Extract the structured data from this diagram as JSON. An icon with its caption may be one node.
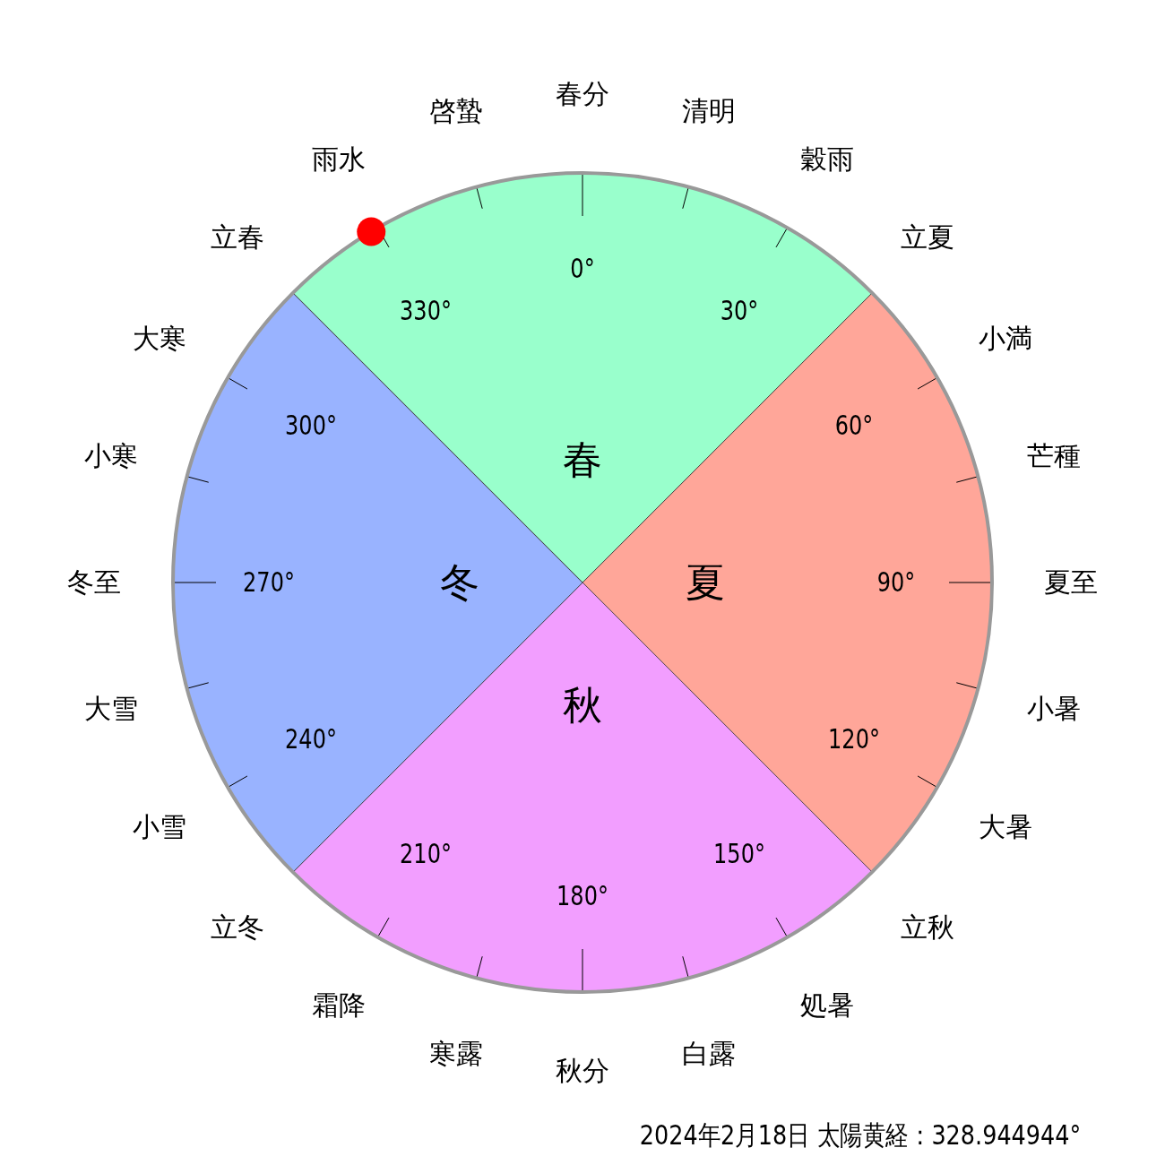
{
  "diagram": {
    "nodes": [
      {
        "text": [
          "春"
        ]
      },
      {
        "text": [
          "夏"
        ]
      },
      {
        "text": [
          "秋"
        ]
      },
      {
        "text": [
          "冬"
        ]
      }
    ],
    "labels": [
      "春分",
      "清明",
      "穀雨",
      "立夏",
      "小満",
      "芒種",
      "夏至",
      "小暑",
      "大暑",
      "立秋",
      "処暑",
      "白露",
      "秋分",
      "寒露",
      "霜降",
      "立冬",
      "小雪",
      "大雪",
      "冬至",
      "小寒",
      "大寒",
      "立春",
      "雨水",
      "啓蟄",
      "0°",
      "30°",
      "60°",
      "90°",
      "120°",
      "150°",
      "180°",
      "210°",
      "240°",
      "270°",
      "300°",
      "330°",
      "2024年2月18日 太陽黄経：328.944944°"
    ]
  }
}
